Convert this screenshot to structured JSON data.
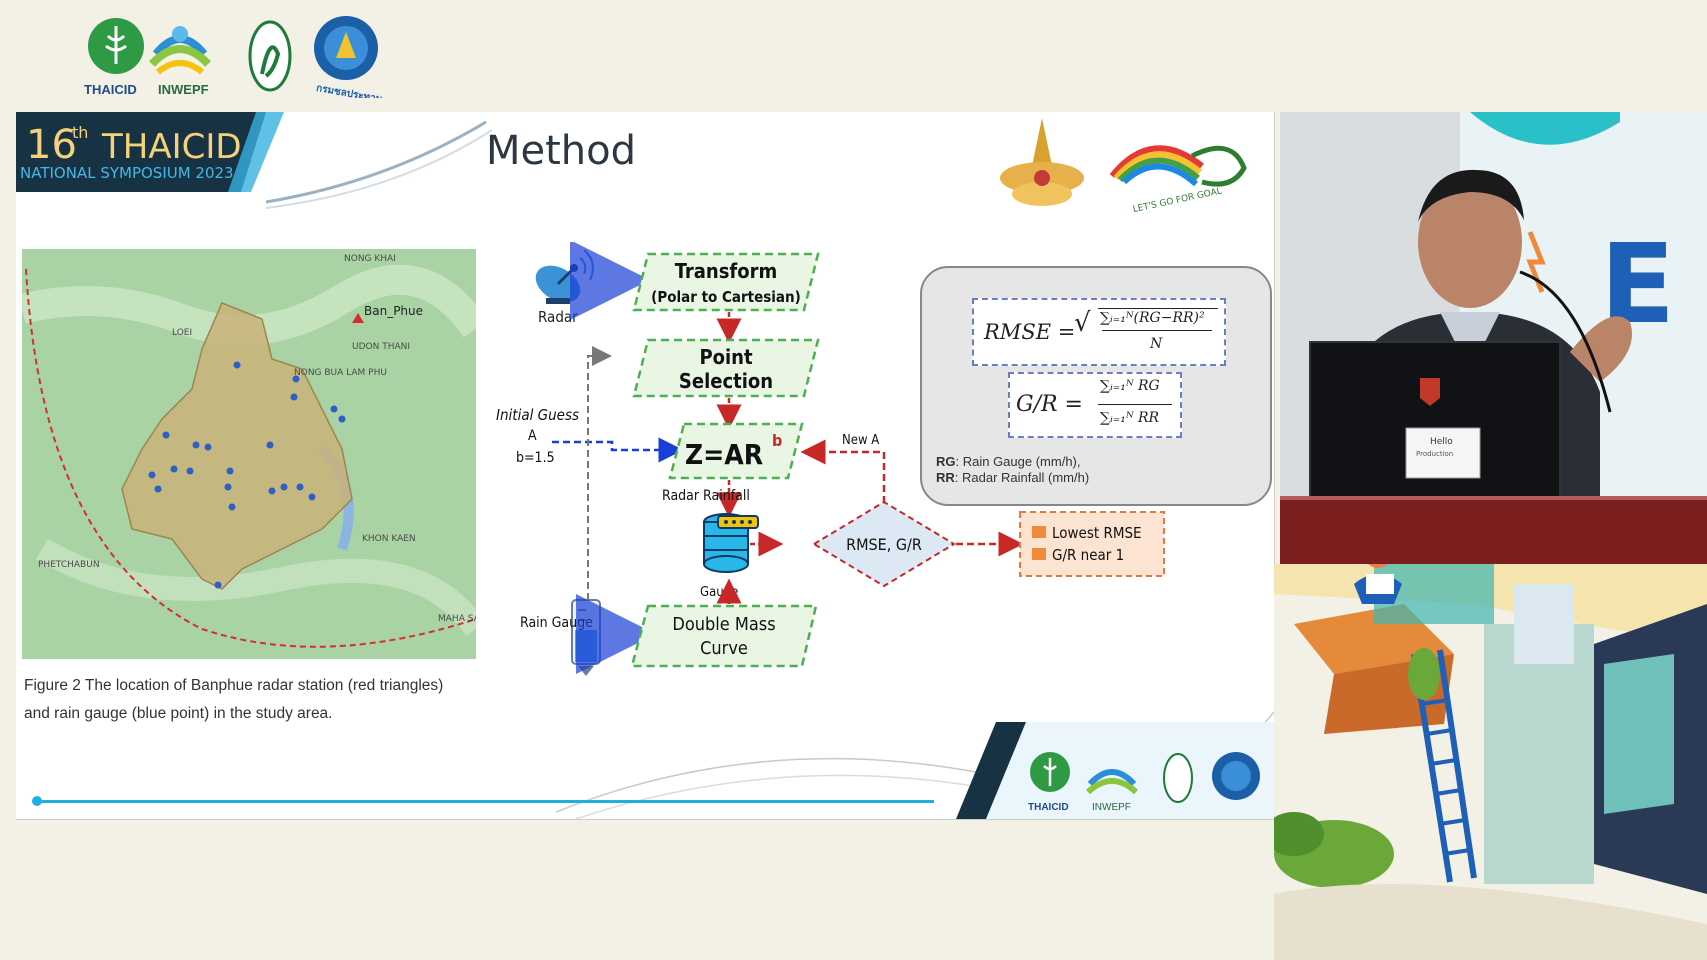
{
  "header": {
    "logos": [
      {
        "name": "thaicid-logo",
        "text": "THAICID"
      },
      {
        "name": "inwepf-logo",
        "text": "INWEPF"
      },
      {
        "name": "naga-logo",
        "text": ""
      },
      {
        "name": "rid-logo",
        "text": "กรมชลประทาน"
      }
    ]
  },
  "slide": {
    "banner": {
      "number": "16",
      "suffix": "th",
      "org": "THAICID",
      "subtitle": "NATIONAL SYMPOSIUM 2023"
    },
    "title": "Method",
    "emblem_text": "LET'S GO FOR GOAL",
    "map": {
      "labels": [
        "NONG KHAI",
        "LOEI",
        "Ban_Phue",
        "UDON THANI",
        "NONG BUA LAM PHU",
        "KHON KAEN",
        "PHETCHABUN",
        "MAHA SARAKHAM"
      ],
      "caption_line1": "Figure 2 The location of Banphue radar station (red triangles)",
      "caption_line2": "and rain gauge (blue point) in the study area."
    },
    "flow": {
      "radar": "Radar",
      "transform_line1": "Transform",
      "transform_line2": "(Polar to Cartesian)",
      "point_line1": "Point",
      "point_line2": "Selection",
      "initial_guess": "Initial Guess",
      "a_label": "A",
      "b_label": "b=1.5",
      "zar": "Z=AR",
      "zar_exp": "b",
      "new_a": "New A",
      "radar_rainfall": "Radar Rainfall",
      "gauge": "Gauge",
      "rmse_gr": "RMSE, G/R",
      "lowest_rmse": "Lowest RMSE",
      "gr_near": "G/R near 1",
      "rain_gauge": "Rain Gauge",
      "double_mass_line1": "Double Mass",
      "double_mass_line2": "Curve"
    },
    "formulas": {
      "rmse_lhs": "RMSE =",
      "rmse_num": "∑ᵢ₌₁ᴺ(RG−RR)²",
      "rmse_den": "N",
      "gr_lhs": "G/R =",
      "gr_num": "∑ᵢ₌₁ᴺ RG",
      "gr_den": "∑ᵢ₌₁ᴺ RR",
      "legend_rg_key": "RG",
      "legend_rg": ": Rain Gauge (mm/h),",
      "legend_rr_key": "RR",
      "legend_rr": ": Radar Rainfall (mm/h)"
    },
    "footer_logos": [
      "THAICID",
      "INWEPF"
    ]
  },
  "webcam": {
    "laptop_sticker_line1": "Hello",
    "laptop_sticker_line2": "Production"
  },
  "colors": {
    "flow_green_border": "#4caf50",
    "flow_green_fill": "#eaf6e4",
    "arrow_red": "#c62828",
    "arrow_blue": "#1a3fd6",
    "result_orange": "#f2b58a",
    "accent_cyan": "#22aee0"
  }
}
